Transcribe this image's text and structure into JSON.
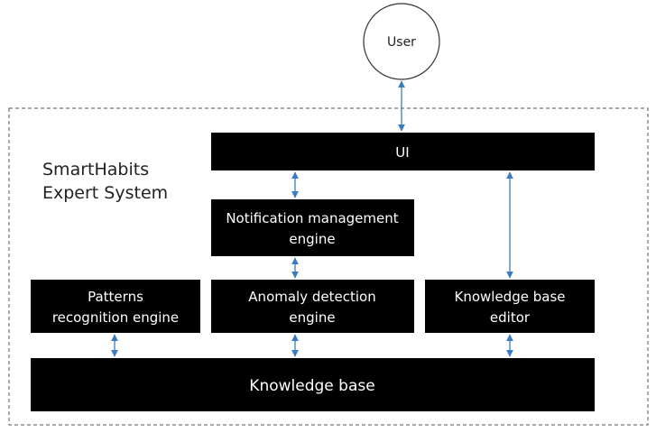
{
  "user": {
    "label": "User"
  },
  "system": {
    "title_line1": "SmartHabits",
    "title_line2": "Expert System"
  },
  "boxes": {
    "ui": {
      "label": "UI"
    },
    "notification": {
      "line1": "Notification management",
      "line2": "engine"
    },
    "patterns": {
      "line1": "Patterns",
      "line2": "recognition engine"
    },
    "anomaly": {
      "line1": "Anomaly detection",
      "line2": "engine"
    },
    "kb_editor": {
      "line1": "Knowledge base",
      "line2": "editor"
    },
    "kb": {
      "label": "Knowledge base"
    }
  },
  "colors": {
    "box_fill": "#000000",
    "box_text": "#ffffff",
    "arrow": "#3a7cc4",
    "boundary": "#555555"
  }
}
